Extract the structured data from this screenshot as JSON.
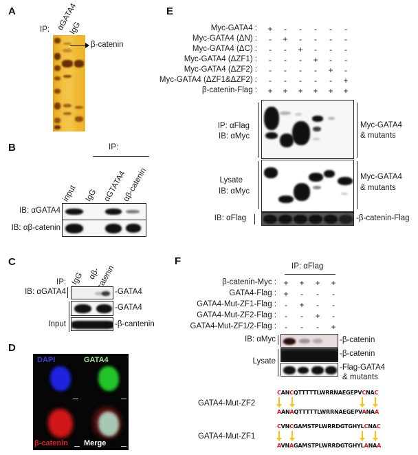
{
  "panels": {
    "A": {
      "letter": "A",
      "ip_label": "IP:",
      "lanes": [
        "αGATA4",
        "IgG"
      ],
      "band_label": "β-catenin"
    },
    "B": {
      "letter": "B",
      "ip_header": "IP:",
      "lanes": [
        "input",
        "IgG",
        "αGTATA4",
        "αβ-catenin"
      ],
      "rows": [
        {
          "label": "IB: αGATA4",
          "bands": [
            1,
            0,
            0.85,
            0.45
          ]
        },
        {
          "label": "IB:  αβ-catenin",
          "bands": [
            1,
            0,
            1,
            0.9
          ]
        }
      ]
    },
    "C": {
      "letter": "C",
      "ip_label": "IP:",
      "lanes": [
        "IgG",
        "αβ-\ncatenin"
      ],
      "lane_1": "IgG",
      "lane_2a": "αβ-",
      "lane_2b": "catenin",
      "rows": [
        {
          "left_label": "IB: αGATA4",
          "right_label": "-GATA4"
        },
        {
          "left_label": "",
          "right_label": "-GATA4"
        },
        {
          "left_label": "Input",
          "right_label": "-β-cantenin"
        }
      ]
    },
    "D": {
      "letter": "D",
      "channels": [
        {
          "label": "DAPI",
          "color": "#3b3bd6"
        },
        {
          "label": "GATA4",
          "color": "#9be39b"
        },
        {
          "label": "β-catenin",
          "color": "#e02020"
        },
        {
          "label": "Merge",
          "color": "#ffffff"
        }
      ]
    },
    "E": {
      "letter": "E",
      "conditions": [
        {
          "label": "Myc-GATA4 :",
          "values": [
            "+",
            "-",
            "-",
            "-",
            "-",
            "-"
          ]
        },
        {
          "label": "Myc-GATA4 (ΔN) :",
          "values": [
            "-",
            "+",
            "-",
            "-",
            "-",
            "-"
          ]
        },
        {
          "label": "Myc-GATA4 (ΔC) :",
          "values": [
            "-",
            "-",
            "+",
            "-",
            "-",
            "-"
          ]
        },
        {
          "label": "Myc-GATA4 (ΔZF1) :",
          "values": [
            "-",
            "-",
            "-",
            "+",
            "-",
            "-"
          ]
        },
        {
          "label": "Myc-GATA4 (ΔZF2) :",
          "values": [
            "-",
            "-",
            "-",
            "-",
            "+",
            "-"
          ]
        },
        {
          "label": "Myc-GATA4 (ΔZF1&ΔZF2) :",
          "values": [
            "-",
            "-",
            "-",
            "-",
            "-",
            "+"
          ]
        },
        {
          "label": "β-catenin-Flag :",
          "values": [
            "+",
            "+",
            "+",
            "+",
            "+",
            "+"
          ]
        }
      ],
      "blots": [
        {
          "left_line1": "IP: αFlag",
          "left_line2": "IB: αMyc",
          "right_line1": "Myc-GATA4",
          "right_line2": "& mutants"
        },
        {
          "left_line1": "Lysate",
          "left_line2": "IB:  αMyc",
          "right_line1": "Myc-GATA4",
          "right_line2": "& mutants"
        },
        {
          "left_line1": "IB:  αFlag",
          "left_line2": "",
          "right_line1": "-β-catenin-Flag",
          "right_line2": ""
        }
      ]
    },
    "F": {
      "letter": "F",
      "ip_header": "IP: αFlag",
      "conditions": [
        {
          "label": "β-catenin-Myc :",
          "values": [
            "+",
            "+",
            "+",
            "+"
          ]
        },
        {
          "label": "GATA4-Flag :",
          "values": [
            "+",
            "-",
            "-",
            "-"
          ]
        },
        {
          "label": "GATA4-Mut-ZF1-Flag :",
          "values": [
            "-",
            "+",
            "-",
            "-"
          ]
        },
        {
          "label": "GATA4-Mut-ZF2-Flag :",
          "values": [
            "-",
            "-",
            "+",
            "-"
          ]
        },
        {
          "label": "GATA4-Mut-ZF1/2-Flag :",
          "values": [
            "-",
            "-",
            "-",
            "+"
          ]
        }
      ],
      "blots": [
        {
          "left_label": "IB: αMyc",
          "right_label": "-β-catenin"
        },
        {
          "left_label": "Lysate",
          "right_label": "-β-catenin"
        },
        {
          "left_label": "",
          "right_label": "-Flag-GATA4",
          "right_label2": "& mutants"
        }
      ],
      "sequences": [
        {
          "name": "GATA4-Mut-ZF2",
          "wild_type": "CANCQTTTTTLWRRNAEGEPVCNAC",
          "mutant": "AANAQTTTTTLWRRNAEGEPVANAA",
          "mutated_positions": [
            0,
            3,
            21,
            24
          ]
        },
        {
          "name": "GATA4-Mut-ZF1",
          "wild_type": "CVNCGAMSTPLWRRDGTGHYLCNAC",
          "mutant": "AVNAGAMSTPLWRRDGTGHYLANAA",
          "mutated_positions": [
            0,
            3,
            21,
            24
          ]
        }
      ]
    }
  },
  "colors": {
    "gel_gold": "#f2c040",
    "gel_band": "#8a3d06",
    "mutation_red": "#d21a1a",
    "arrow_yellow": "#f0c419",
    "blot_band": "#111111"
  }
}
